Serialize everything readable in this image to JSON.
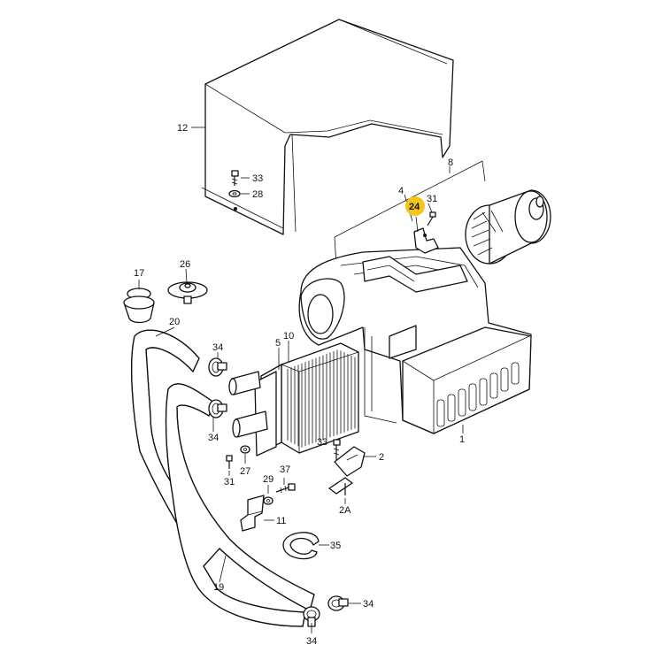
{
  "labels": {
    "l1": "1",
    "l2": "2",
    "l2a": "2A",
    "l4": "4",
    "l5": "5",
    "l8": "8",
    "l10": "10",
    "l11": "11",
    "l12": "12",
    "l17": "17",
    "l19": "19",
    "l20": "20",
    "l24": "24",
    "l26": "26",
    "l27": "27",
    "l28": "28",
    "l29": "29",
    "l31a": "31",
    "l31b": "31",
    "l33a": "33",
    "l33b": "33",
    "l34a": "34",
    "l34b": "34",
    "l34c": "34",
    "l34d": "34",
    "l35": "35",
    "l37": "37"
  },
  "highlight": {
    "label_key": "l24",
    "color": "#f5c518"
  }
}
